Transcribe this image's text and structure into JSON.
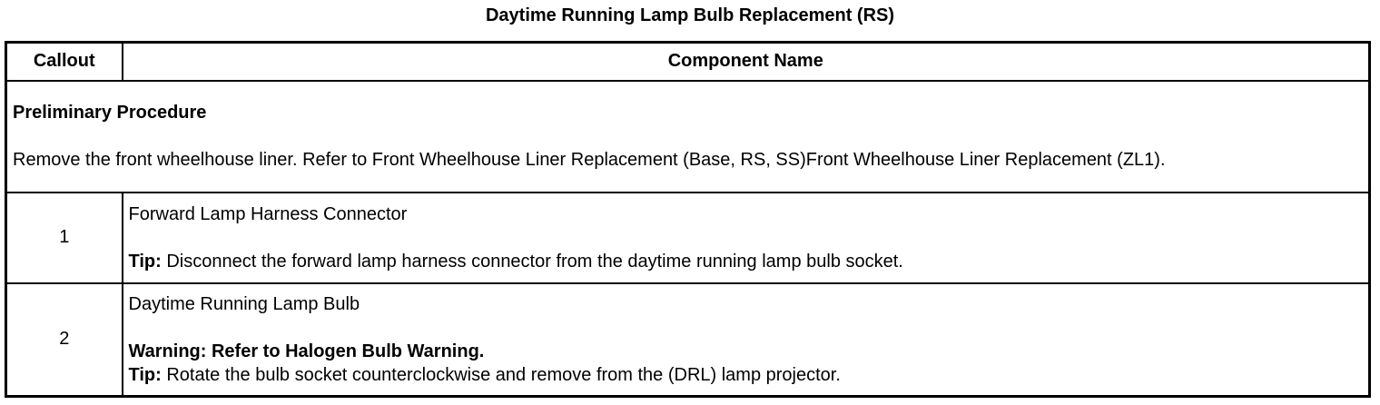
{
  "title": "Daytime Running Lamp Bulb Replacement (RS)",
  "table": {
    "headers": {
      "callout": "Callout",
      "component": "Component Name"
    },
    "preliminary": {
      "heading": "Preliminary Procedure",
      "text": "Remove the front wheelhouse liner. Refer to Front Wheelhouse Liner Replacement (Base, RS, SS)Front Wheelhouse Liner Replacement (ZL1)."
    },
    "rows": [
      {
        "callout": "1",
        "component": "Forward Lamp Harness Connector",
        "tip_label": "Tip:",
        "tip_text": " Disconnect the forward lamp harness connector from the daytime running lamp bulb socket."
      },
      {
        "callout": "2",
        "component": "Daytime Running Lamp Bulb",
        "warning": "Warning: Refer to Halogen Bulb Warning.",
        "tip_label": "Tip:",
        "tip_text": " Rotate the bulb socket counterclockwise and remove from the (DRL) lamp projector."
      }
    ]
  }
}
